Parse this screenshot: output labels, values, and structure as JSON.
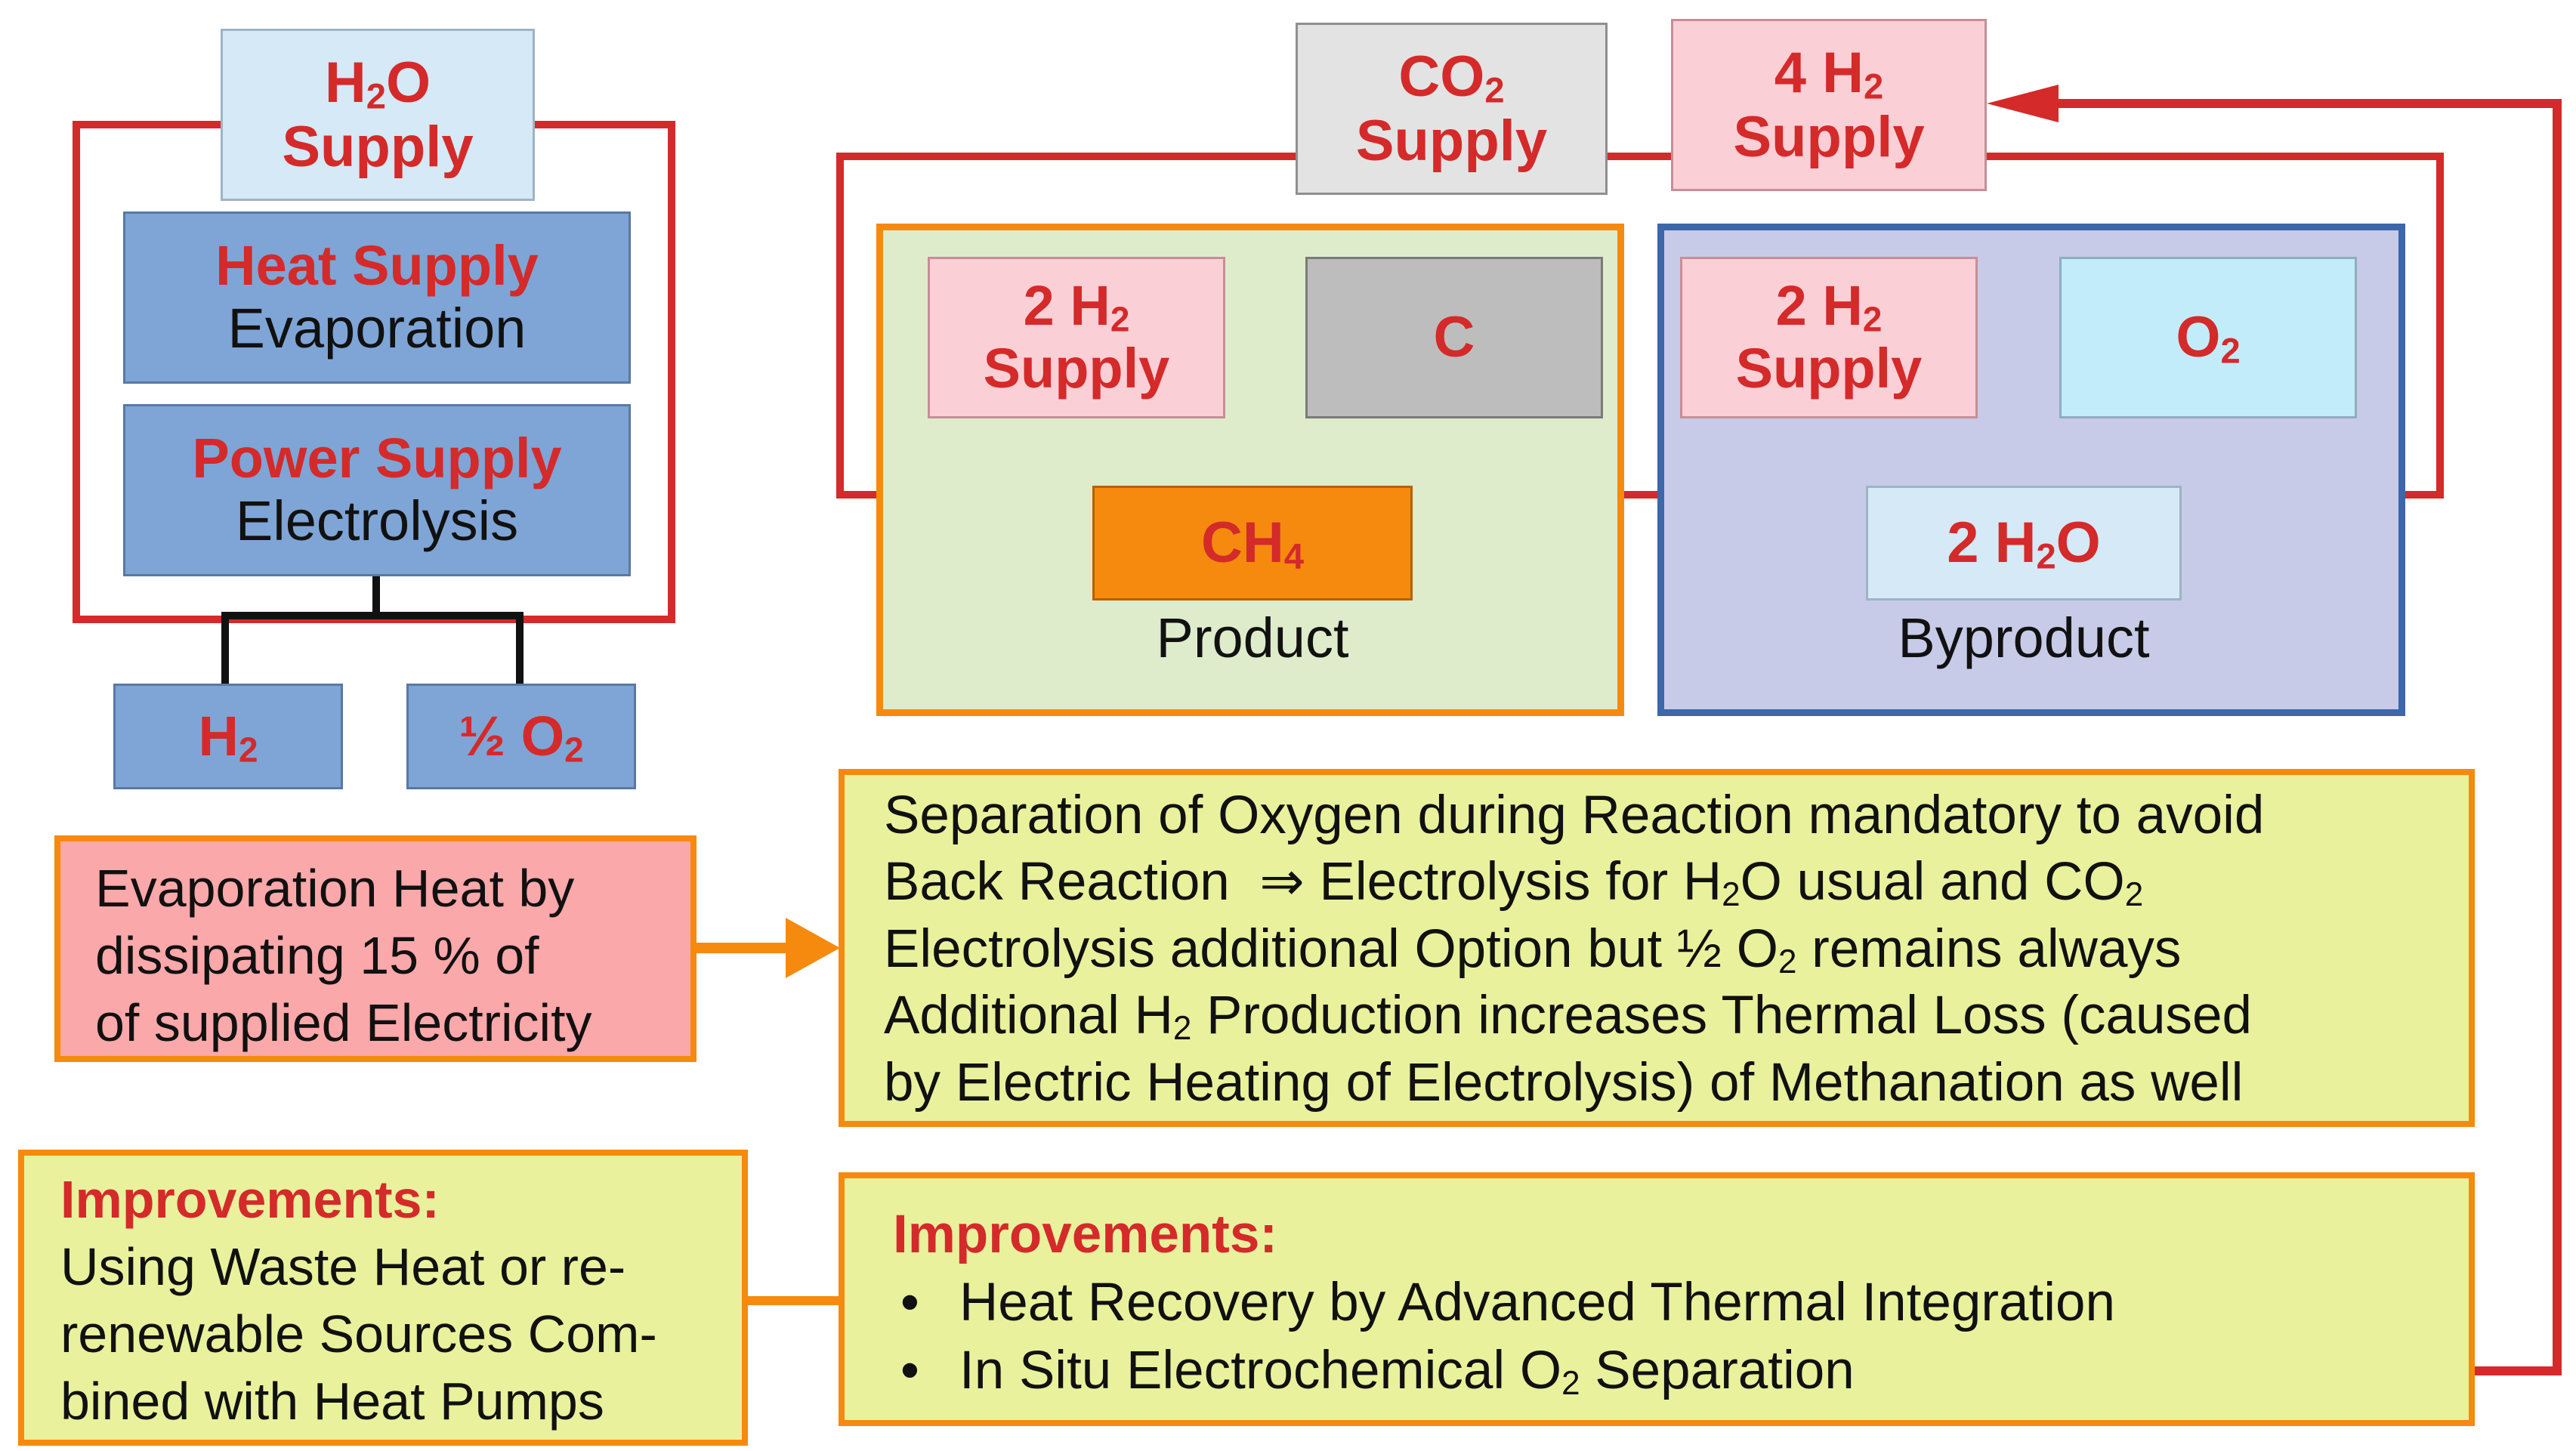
{
  "left": {
    "h2o_supply": {
      "formula": "H",
      "sub": "2",
      "formula_rest": "O",
      "label": "Supply"
    },
    "heat_supply": {
      "title": "Heat Supply",
      "label": "Evaporation"
    },
    "power_supply": {
      "title": "Power Supply",
      "label": "Electrolysis"
    },
    "h2_out": {
      "formula": "H",
      "sub": "2"
    },
    "o2_out": {
      "formula": "½ O",
      "sub": "2"
    }
  },
  "top": {
    "co2_supply": {
      "formula": "CO",
      "sub": "2",
      "label": "Supply"
    },
    "h2_4_supply": {
      "formula": "4 H",
      "sub": "2",
      "label": "Supply"
    }
  },
  "product_group": {
    "h2_supply": {
      "formula": "2 H",
      "sub": "2",
      "label": "Supply"
    },
    "carbon": {
      "formula": "C"
    },
    "ch4": {
      "formula": "CH",
      "sub": "4"
    },
    "caption": "Product"
  },
  "byproduct_group": {
    "h2_supply": {
      "formula": "2 H",
      "sub": "2",
      "label": "Supply"
    },
    "o2": {
      "formula": "O",
      "sub": "2"
    },
    "h2o": {
      "formula": "2 H",
      "sub": "2",
      "formula_rest": "O"
    },
    "caption": "Byproduct"
  },
  "notes": {
    "evaporation": {
      "lines": [
        "Evaporation Heat by",
        "dissipating 15 % of",
        "of supplied Electricity"
      ]
    },
    "separation": {
      "l1": "Separation of Oxygen during Reaction mandatory to avoid",
      "l2a": "Back Reaction",
      "l2b": "⇒",
      "l2c": "Electrolysis for H",
      "l2c_sub": "2",
      "l2d": "O usual and CO",
      "l2d_sub": "2",
      "l3a": "Electrolysis additional Option but ½ O",
      "l3a_sub": "2",
      "l3b": " remains always",
      "l4a": "Additional H",
      "l4a_sub": "2",
      "l4b": " Production increases Thermal Loss (caused",
      "l5": "by Electric Heating of Electrolysis) of Methanation as well"
    },
    "improvements_left": {
      "header": "Improvements:",
      "lines": [
        "Using Waste Heat or re-",
        "renewable Sources Com-",
        "bined with Heat Pumps"
      ]
    },
    "improvements_right": {
      "header": "Improvements:",
      "bullet": "•",
      "item1": "Heat Recovery by Advanced Thermal Integration",
      "item2a": "In Situ Electrochemical O",
      "item2_sub": "2",
      "item2b": " Separation"
    }
  },
  "colors": {
    "loop_line": "#d42a2a",
    "join_line": "#111111",
    "arrow": "#f58a0f",
    "frame_product": "#f58a0f",
    "frame_byproduct": "#3d67a8"
  }
}
